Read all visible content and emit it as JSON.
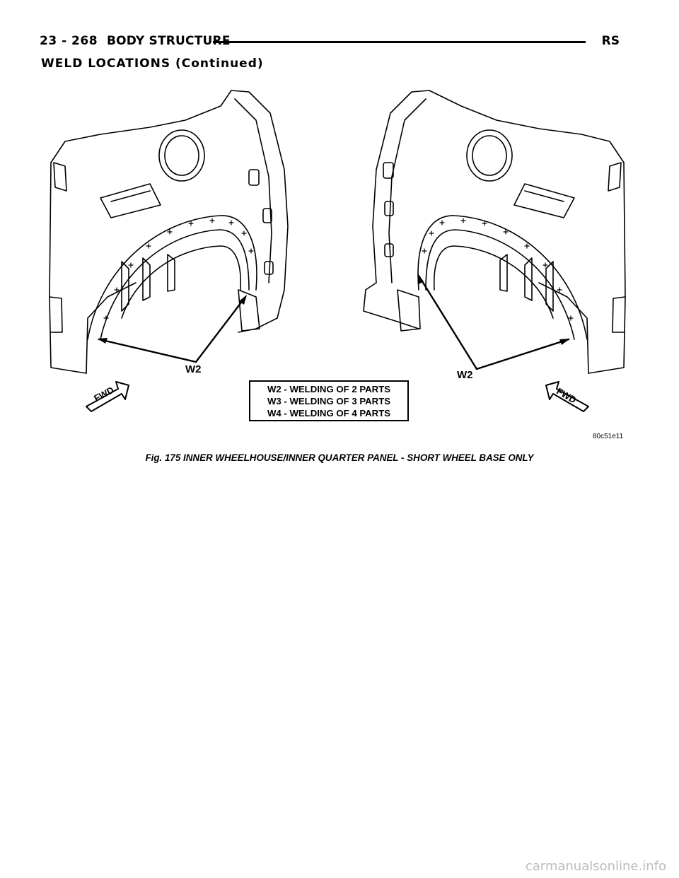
{
  "header": {
    "page_number": "23 - 268",
    "section": "BODY STRUCTURE",
    "code": "RS"
  },
  "section_title": "WELD LOCATIONS (Continued)",
  "figure": {
    "callouts": [
      "W2",
      "W2"
    ],
    "legend": [
      "W2 - WELDING OF 2 PARTS",
      "W3 - WELDING OF 3 PARTS",
      "W4 - WELDING OF 4 PARTS"
    ],
    "fwd_label": "FWD",
    "art_id": "80c51e11"
  },
  "caption": "Fig. 175 INNER WHEELHOUSE/INNER QUARTER PANEL - SHORT WHEEL BASE ONLY",
  "watermark": "carmanualsonline.info"
}
